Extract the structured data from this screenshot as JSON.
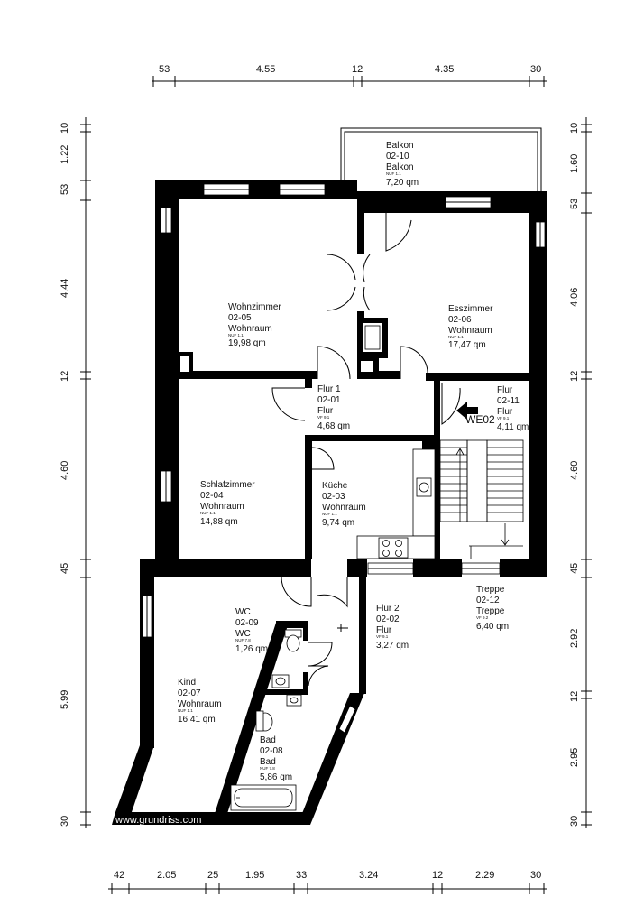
{
  "plan": {
    "watermark": "www.grundriss.com",
    "unit_label": "WE02",
    "rooms": [
      {
        "id": "balkon",
        "name": "Balkon",
        "number": "02-10",
        "use": "Balkon",
        "nuf": "NUF 1.1",
        "area": "7,20 qm"
      },
      {
        "id": "wohnzimmer",
        "name": "Wohnzimmer",
        "number": "02-05",
        "use": "Wohnraum",
        "nuf": "NUF 1.1",
        "area": "19,98 qm"
      },
      {
        "id": "esszimmer",
        "name": "Esszimmer",
        "number": "02-06",
        "use": "Wohnraum",
        "nuf": "NUF 1.1",
        "area": "17,47 qm"
      },
      {
        "id": "flur1",
        "name": "Flur 1",
        "number": "02-01",
        "use": "Flur",
        "nuf": "VF 9.1",
        "area": "4,68 qm"
      },
      {
        "id": "flur",
        "name": "Flur",
        "number": "02-11",
        "use": "Flur",
        "nuf": "VF 9.1",
        "area": "4,11 qm"
      },
      {
        "id": "schlafzimmer",
        "name": "Schlafzimmer",
        "number": "02-04",
        "use": "Wohnraum",
        "nuf": "NUF 1.1",
        "area": "14,88 qm"
      },
      {
        "id": "kueche",
        "name": "Küche",
        "number": "02-03",
        "use": "Wohnraum",
        "nuf": "NUF 1.1",
        "area": "9,74 qm"
      },
      {
        "id": "wc",
        "name": "WC",
        "number": "02-09",
        "use": "WC",
        "nuf": "NUF 7.8",
        "area": "1,26 qm"
      },
      {
        "id": "flur2",
        "name": "Flur 2",
        "number": "02-02",
        "use": "Flur",
        "nuf": "VF 9.1",
        "area": "3,27 qm"
      },
      {
        "id": "treppe",
        "name": "Treppe",
        "number": "02-12",
        "use": "Treppe",
        "nuf": "VF 9.2",
        "area": "6,40 qm"
      },
      {
        "id": "kind",
        "name": "Kind",
        "number": "02-07",
        "use": "Wohnraum",
        "nuf": "NUF 1.1",
        "area": "16,41 qm"
      },
      {
        "id": "bad",
        "name": "Bad",
        "number": "02-08",
        "use": "Bad",
        "nuf": "NUF 7.8",
        "area": "5,86 qm"
      }
    ],
    "dims_top": [
      "53",
      "4.55",
      "12",
      "4.35",
      "30"
    ],
    "dims_bottom": [
      "42",
      "2.05",
      "25",
      "1.95",
      "33",
      "3.24",
      "12",
      "2.29",
      "30"
    ],
    "dims_left": [
      "10",
      "1.22",
      "53",
      "4.44",
      "12",
      "4.60",
      "45",
      "5.99",
      "30"
    ],
    "dims_right": [
      "10",
      "1.60",
      "53",
      "4.06",
      "12",
      "4.60",
      "45",
      "2.92",
      "12",
      "2.95",
      "30"
    ]
  }
}
